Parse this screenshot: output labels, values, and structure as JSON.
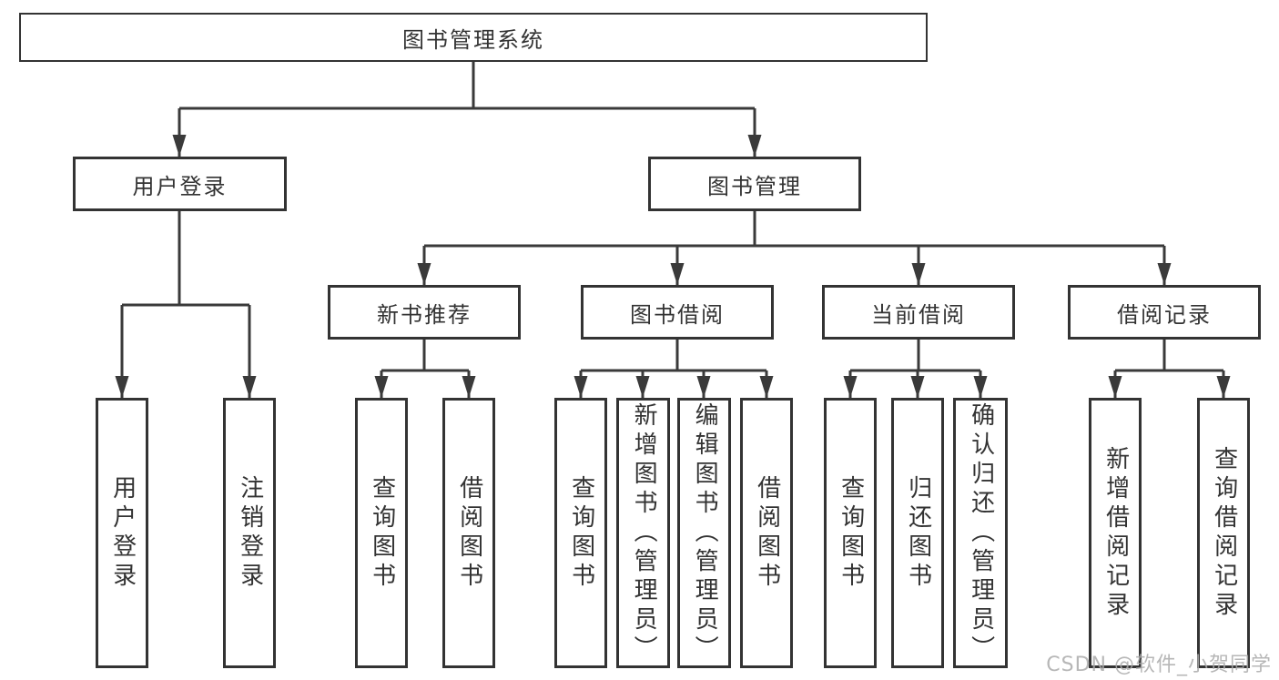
{
  "colors": {
    "line": "#3a3a3a",
    "box_border": "#333333",
    "text": "#333333",
    "watermark": "#aaaaaa",
    "background": "#ffffff"
  },
  "watermark": {
    "text": "CSDN @软件_小贺同学"
  },
  "tree": {
    "root": {
      "label": "图书管理系统"
    },
    "branches": [
      {
        "label": "用户登录",
        "children": [
          {
            "label": "用户登录"
          },
          {
            "label": "注销登录"
          }
        ]
      },
      {
        "label": "图书管理",
        "children": [
          {
            "label": "新书推荐",
            "children": [
              {
                "label": "查询图书"
              },
              {
                "label": "借阅图书"
              }
            ]
          },
          {
            "label": "图书借阅",
            "children": [
              {
                "label": "查询图书"
              },
              {
                "label": "新增图书（管理员）"
              },
              {
                "label": "编辑图书（管理员）"
              },
              {
                "label": "借阅图书"
              }
            ]
          },
          {
            "label": "当前借阅",
            "children": [
              {
                "label": "查询图书"
              },
              {
                "label": "归还图书"
              },
              {
                "label": "确认归还（管理员）"
              }
            ]
          },
          {
            "label": "借阅记录",
            "children": [
              {
                "label": "新增借阅记录"
              },
              {
                "label": "查询借阅记录"
              }
            ]
          }
        ]
      }
    ]
  }
}
